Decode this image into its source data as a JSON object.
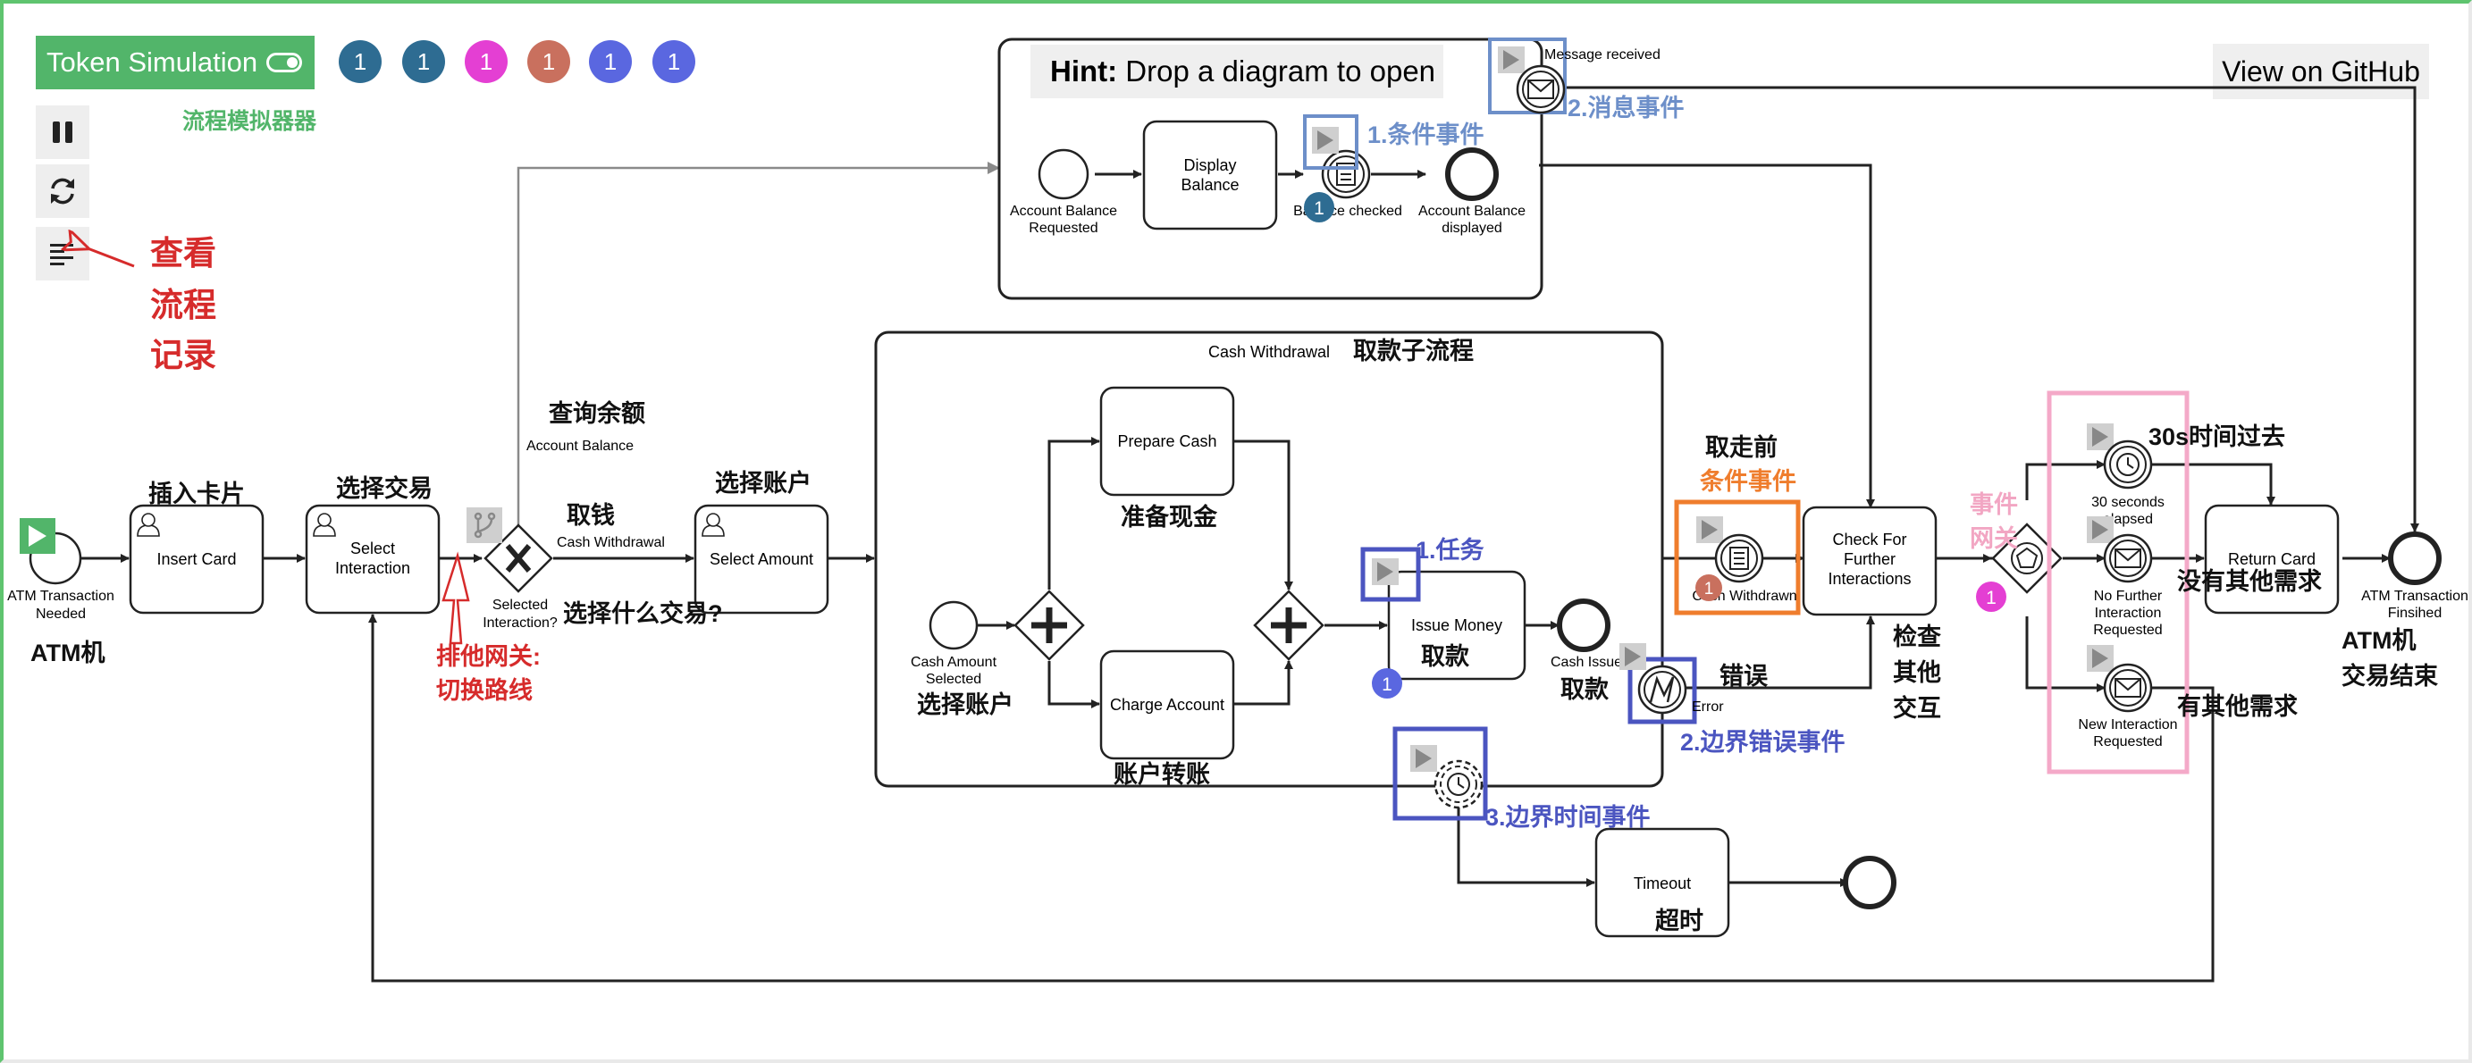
{
  "app": {
    "toggle_label": "Token Simulation",
    "subtitle": "流程模拟器器",
    "hint_bold": "Hint:",
    "hint_text": " Drop a diagram to open",
    "github_label": "View on GitHub"
  },
  "tokens": [
    {
      "count": "1",
      "color": "#2e6c92"
    },
    {
      "count": "1",
      "color": "#2e6c92"
    },
    {
      "count": "1",
      "color": "#e43fd3"
    },
    {
      "count": "1",
      "color": "#c9705e"
    },
    {
      "count": "1",
      "color": "#5a67e0"
    },
    {
      "count": "1",
      "color": "#5a67e0"
    }
  ],
  "controls": {
    "pause_icon": "pause-icon",
    "reset_icon": "reset-icon",
    "log_icon": "log-icon"
  },
  "annotations": {
    "log_note_lines": [
      "查看",
      "流程",
      "记录"
    ],
    "atm": "ATM机",
    "insert_card": "插入卡片",
    "select_tx": "选择交易",
    "xor_gateway_lines": [
      "排他网关:",
      "切换路线"
    ],
    "query_balance": "查询余额",
    "withdraw": "取钱",
    "which_tx": "选择什么交易?",
    "select_account": "选择账户",
    "sub_process": "取款子流程",
    "prepare_cash": "准备现金",
    "select_account2": "选择账户",
    "account_transfer": "账户转账",
    "task": "1.任务",
    "issue_money_cn": "取款",
    "cash_issued_cn": "取款",
    "before_take": "取走前",
    "cond_event": "条件事件",
    "error_cn": "错误",
    "boundary_error": "2.边界错误事件",
    "boundary_timer": "3.边界时间事件",
    "timeout_cn": "超时",
    "check_lines": [
      "检查",
      "其他",
      "交互"
    ],
    "event_gateway_lines": [
      "事件",
      "网关"
    ],
    "thirty_s": "30s时间过去",
    "no_other": "没有其他需求",
    "has_other": "有其他需求",
    "atm_end_lines": [
      "ATM机",
      "交易结束"
    ],
    "cond_event_1": "1.条件事件",
    "msg_event_2": "2.消息事件"
  },
  "diagram": {
    "start_event": [
      "ATM Transaction",
      "Needed"
    ],
    "insert_card": "Insert Card",
    "select_interaction": [
      "Select",
      "Interaction"
    ],
    "gateway_label": [
      "Selected",
      "Interaction?"
    ],
    "flow_account_balance": "Account Balance",
    "flow_cash_withdrawal": "Cash Withdrawal",
    "select_amount": "Select Amount",
    "subprocess_title": "Cash Withdrawal",
    "cash_amount_selected": [
      "Cash Amount",
      "Selected"
    ],
    "prepare_cash": "Prepare Cash",
    "charge_account": "Charge Account",
    "issue_money": "Issue Money",
    "cash_issued": "Cash Issued",
    "error": "Error",
    "cash_withdrawn": "Cash Withdrawn",
    "check_further": [
      "Check For",
      "Further",
      "Interactions"
    ],
    "thirty_seconds": [
      "30 seconds",
      "elapsed"
    ],
    "no_further": [
      "No Further",
      "Interaction",
      "Requested"
    ],
    "new_interaction": [
      "New Interaction",
      "Requested"
    ],
    "return_card": "Return Card",
    "end_event": [
      "ATM Transaction",
      "Finsihed"
    ],
    "timeout": "Timeout",
    "account_balance_requested": [
      "Account Balance",
      "Requested"
    ],
    "display_balance": [
      "Display",
      "Balance"
    ],
    "balance_checked": "Balance checked",
    "account_balance_displayed": [
      "Account Balance",
      "displayed"
    ],
    "message_received": "Message received"
  },
  "badges": {
    "balance_token": "1",
    "issue_money_token": "1",
    "cash_withdrawn_token": "1",
    "event_gateway_token": "1"
  },
  "colors": {
    "accent_green": "#52b56a",
    "annotation_red": "#d62b2b",
    "annotation_blue": "#4b55c0",
    "annotation_light_blue": "#6d8fc9",
    "annotation_orange": "#ef7d2d",
    "annotation_pink": "#f2a6c3"
  }
}
